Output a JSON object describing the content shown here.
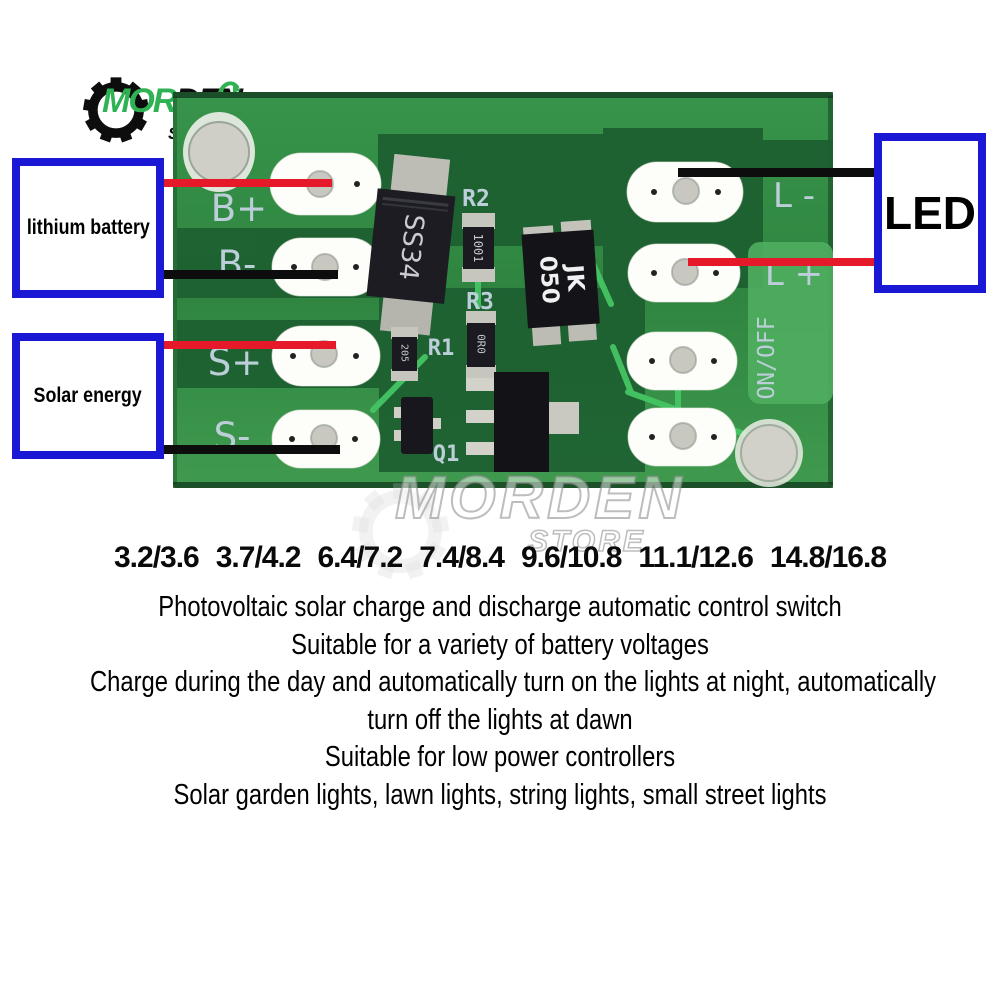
{
  "logo": {
    "brand_part1": "MOR",
    "brand_part2": "DEN",
    "subtitle": "STORE"
  },
  "callouts": {
    "battery_label": "lithium battery",
    "solar_label": "Solar energy",
    "led_label": "LED"
  },
  "pcb": {
    "pad_labels": {
      "b_plus": "B+",
      "b_minus": "B-",
      "s_plus": "S+",
      "s_minus": "S-",
      "l_minus": "L -",
      "l_plus": "L +"
    },
    "ref_labels": {
      "r2": "R2",
      "r3": "R3",
      "r1": "R1",
      "q1": "Q1",
      "on_off": "ON/OFF"
    },
    "component_markings": {
      "diode": "SS34",
      "chip_line1": "JK",
      "chip_line2": "050",
      "res_r2": "1001",
      "res_r3": "0R0",
      "res_r1": "205"
    }
  },
  "watermark": {
    "brand": "MORDEN",
    "subtitle": "STORE"
  },
  "voltage_options": [
    "3.2/3.6",
    "3.7/4.2",
    "6.4/7.2",
    "7.4/8.4",
    "9.6/10.8",
    "11.1/12.6",
    "14.8/16.8"
  ],
  "description_lines": [
    "Photovoltaic solar charge and discharge automatic control switch",
    "Suitable for a variety of battery voltages",
    "Charge during the day and automatically turn on the lights at night, automatically",
    "turn off the lights at dawn",
    "Suitable for low power controllers",
    "Solar garden lights, lawn lights, string lights, small street lights"
  ],
  "colors": {
    "wire_red": "#e6192b",
    "wire_black": "#0d0d0d",
    "callout_border": "#1a17d5",
    "pcb_green": "#359244",
    "pcb_dark_green": "#1d5f31",
    "pcb_light_green": "#4fae5f",
    "trace_green": "#45c564",
    "silkscreen": "#bccfd9",
    "logo_green": "#2fb254",
    "pad_white": "#fdfdfa"
  }
}
